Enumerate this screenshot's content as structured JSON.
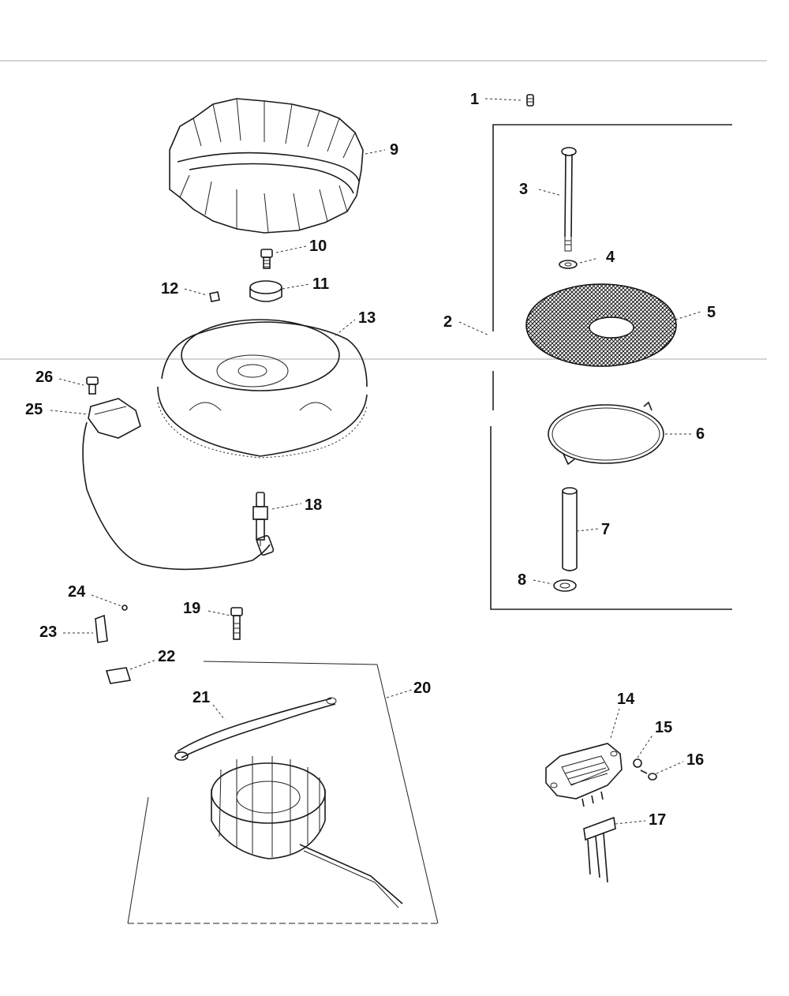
{
  "callouts": [
    {
      "id": "1",
      "label": "1"
    },
    {
      "id": "2",
      "label": "2"
    },
    {
      "id": "3",
      "label": "3"
    },
    {
      "id": "4",
      "label": "4"
    },
    {
      "id": "5",
      "label": "5"
    },
    {
      "id": "6",
      "label": "6"
    },
    {
      "id": "7",
      "label": "7"
    },
    {
      "id": "8",
      "label": "8"
    },
    {
      "id": "9",
      "label": "9"
    },
    {
      "id": "10",
      "label": "10"
    },
    {
      "id": "11",
      "label": "11"
    },
    {
      "id": "12",
      "label": "12"
    },
    {
      "id": "13",
      "label": "13"
    },
    {
      "id": "14",
      "label": "14"
    },
    {
      "id": "15",
      "label": "15"
    },
    {
      "id": "16",
      "label": "16"
    },
    {
      "id": "17",
      "label": "17"
    },
    {
      "id": "18",
      "label": "18"
    },
    {
      "id": "19",
      "label": "19"
    },
    {
      "id": "20",
      "label": "20"
    },
    {
      "id": "21",
      "label": "21"
    },
    {
      "id": "22",
      "label": "22"
    },
    {
      "id": "23",
      "label": "23"
    },
    {
      "id": "24",
      "label": "24"
    },
    {
      "id": "25",
      "label": "25"
    },
    {
      "id": "26",
      "label": "26"
    }
  ],
  "colors": {
    "line": "#1a1a1a",
    "rule": "#bbbbbb",
    "background": "#ffffff"
  }
}
